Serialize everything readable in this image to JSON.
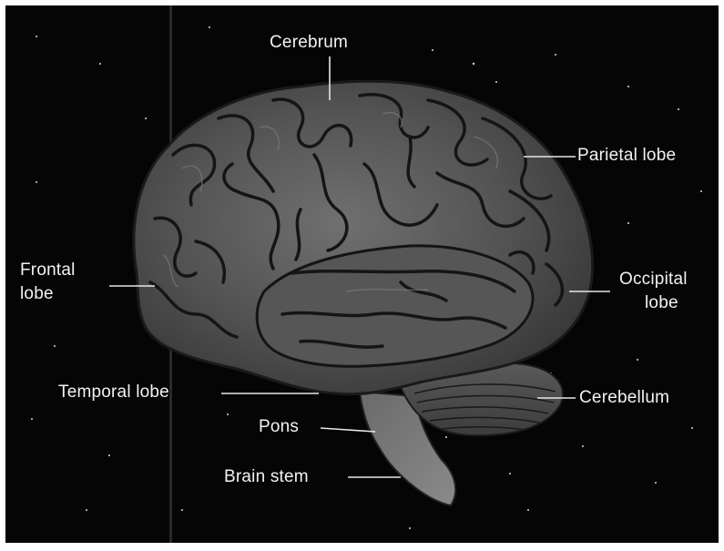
{
  "labels": {
    "cerebrum": "Cerebrum",
    "parietal_lobe": "Parietal lobe",
    "frontal_lobe_1": "Frontal",
    "frontal_lobe_2": "lobe",
    "occipital_lobe_1": "Occipital",
    "occipital_lobe_2": "lobe",
    "temporal_lobe": "Temporal lobe",
    "cerebellum": "Cerebellum",
    "pons": "Pons",
    "brain_stem": "Brain stem"
  },
  "colors": {
    "background": "#050505",
    "brain_fill": "#4c4c4c",
    "brain_highlight": "#6e6e6e",
    "sulcus": "#151515",
    "label": "#f2f2f2",
    "leader_line": "#e6e6e6"
  }
}
